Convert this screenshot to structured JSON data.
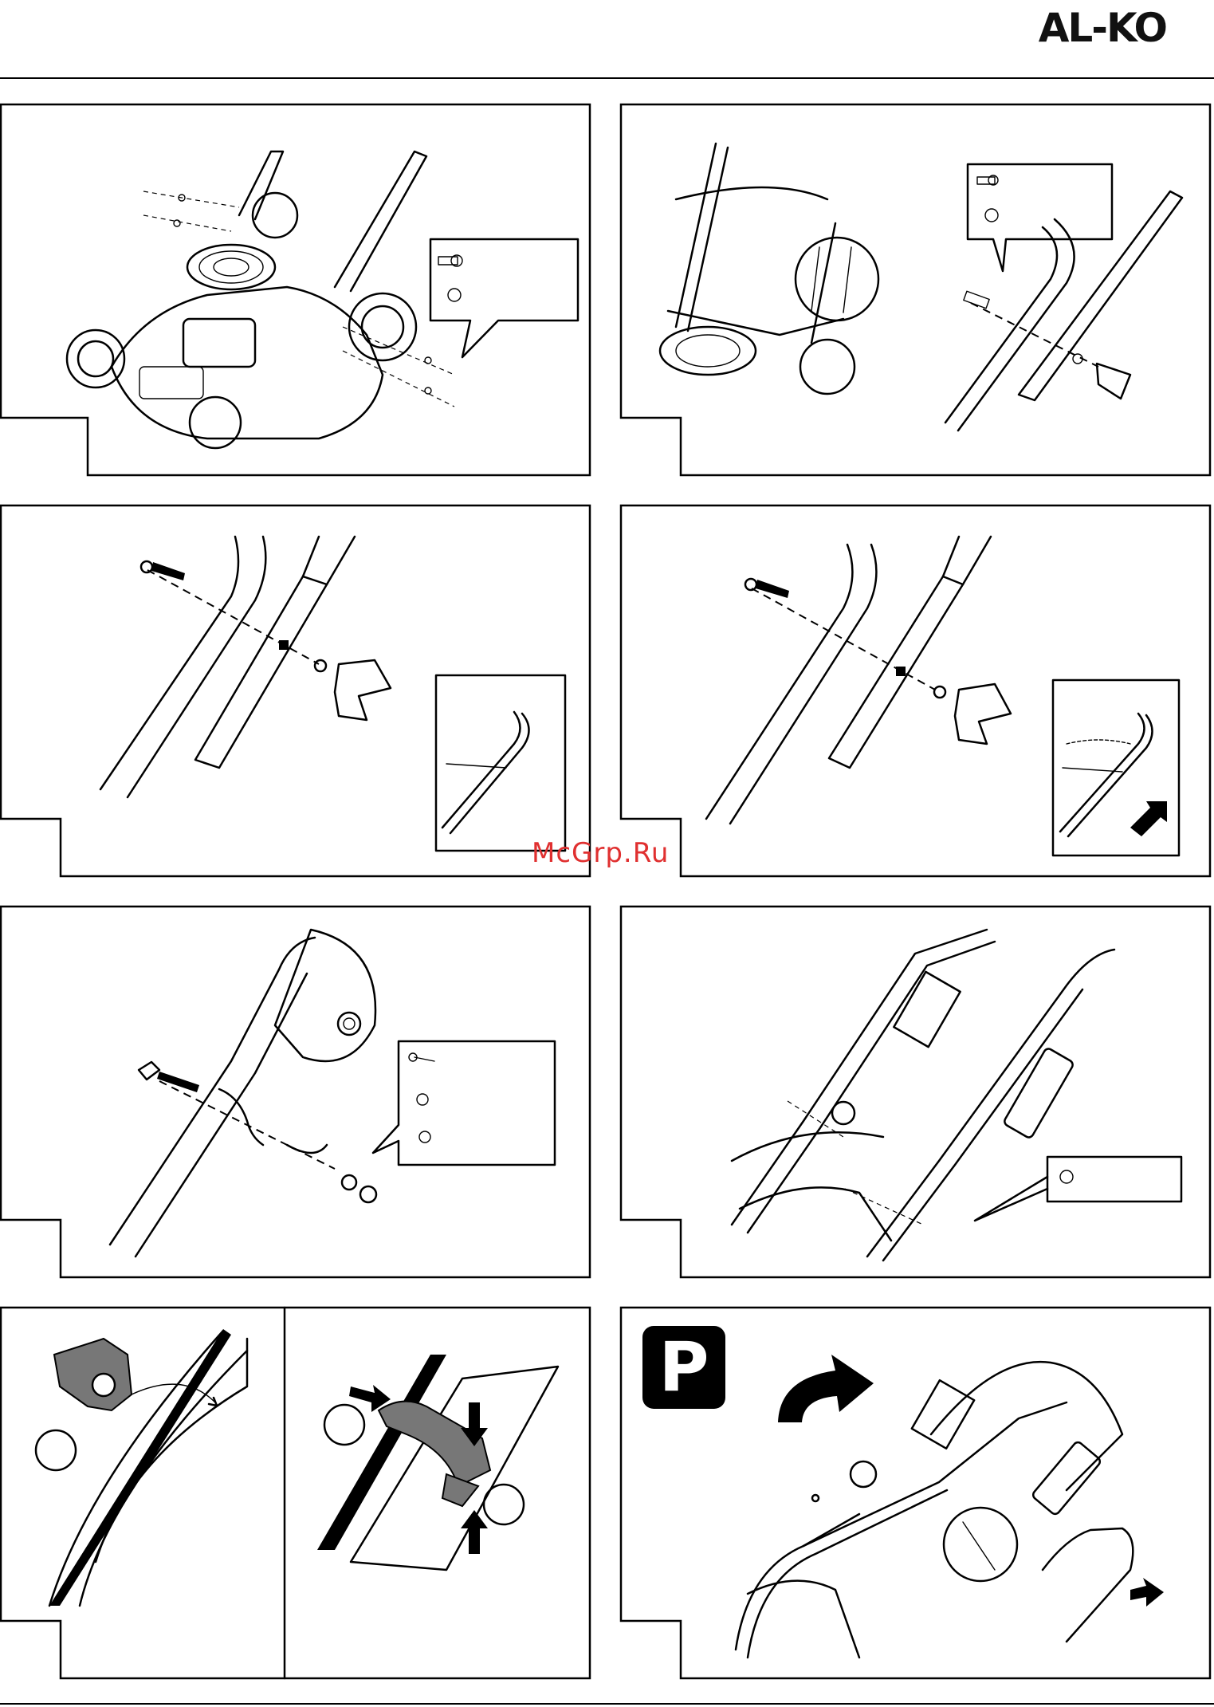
{
  "header": {
    "brand_logo": "AL-KO"
  },
  "watermark": {
    "text": "McGrp.Ru"
  },
  "panels": [
    {
      "id": 1,
      "subject": "mower-handle-bolts-step"
    },
    {
      "id": 2,
      "subject": "upper-handle-mount-step"
    },
    {
      "id": 3,
      "subject": "handle-lock-lever-step"
    },
    {
      "id": 4,
      "subject": "handle-lock-lever-alt-step"
    },
    {
      "id": 5,
      "subject": "cable-guide-bolt-step"
    },
    {
      "id": 6,
      "subject": "handle-screws-step"
    },
    {
      "id": 7,
      "subject": "cable-clip-step"
    },
    {
      "id": 8,
      "subject": "parking-bag-step"
    }
  ],
  "colors": {
    "line": "#000000",
    "clip_gray": "#777777",
    "watermark": "#e03030"
  },
  "icons": {
    "parking": "P"
  }
}
